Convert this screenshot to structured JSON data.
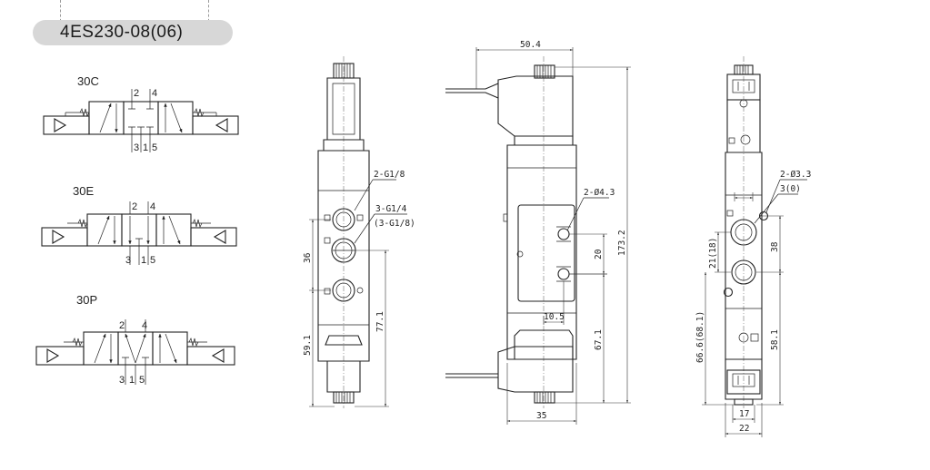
{
  "model": "4ES230-08(06)",
  "symbols": [
    {
      "label": "30C",
      "ports": {
        "p2": "2",
        "p4": "4",
        "p3": "3",
        "p1": "1",
        "p5": "5"
      }
    },
    {
      "label": "30E",
      "ports": {
        "p2": "2",
        "p4": "4",
        "p3": "3",
        "p1": "1",
        "p5": "5"
      }
    },
    {
      "label": "30P",
      "ports": {
        "p2": "2",
        "p4": "4",
        "p3": "3",
        "p1": "1",
        "p5": "5"
      }
    }
  ],
  "front_view": {
    "callout_outlet": "2-G1/8",
    "callout_inlet": "3-G1/4",
    "callout_inlet_alt": "(3-G1/8)",
    "dim_port_pitch": "36",
    "dim_lower": "59.1",
    "dim_center": "77.1"
  },
  "side_view": {
    "dim_coil_width": "50.4",
    "dim_height": "173.2",
    "callout_holes": "2-Ø4.3",
    "dim_hole_pitch": "20",
    "dim_hole_offset": "10.5",
    "dim_lower": "67.1",
    "dim_body_width": "35"
  },
  "end_view": {
    "callout_holes": "2-Ø3.3",
    "callout_port": "3(0)",
    "dim_port_upper": "21(18)",
    "dim_upper": "38",
    "dim_lower_outer": "66.6(68.1)",
    "dim_lower": "58.1",
    "dim_inner_width": "17",
    "dim_outer_width": "22"
  }
}
